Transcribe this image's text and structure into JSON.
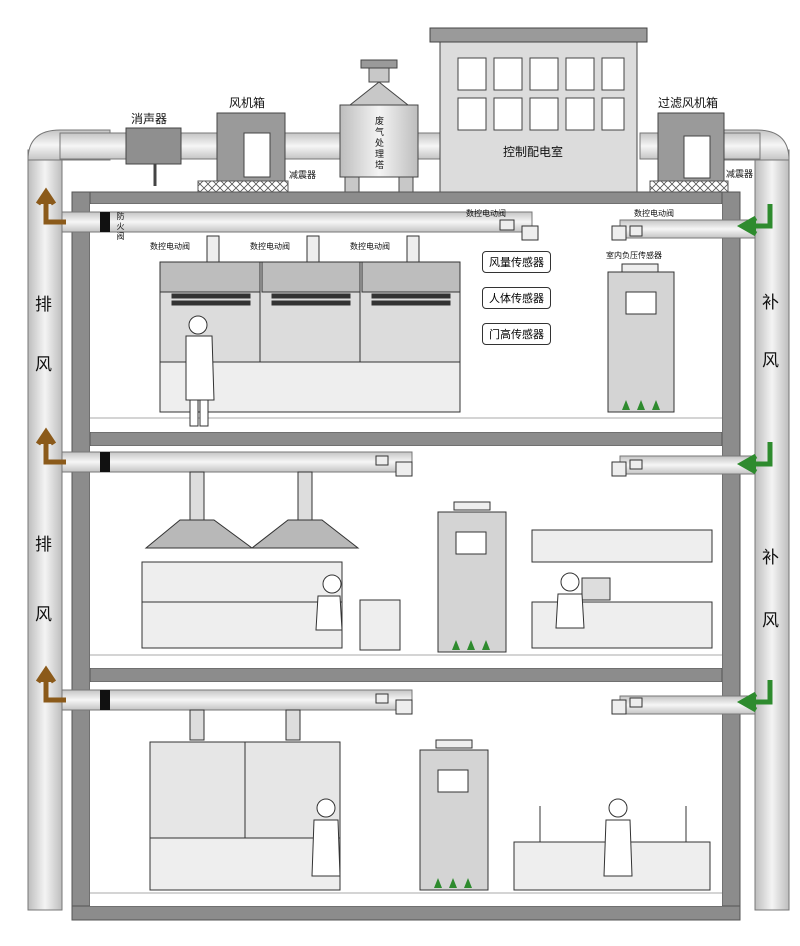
{
  "rooftop": {
    "silencer": "消声器",
    "fan_box": "风机箱",
    "damper_vib_left": "减震器",
    "scrubber": "废气处理塔",
    "control_room": "控制配电室",
    "filter_fan_box": "过滤风机箱",
    "damper_vib_right": "减震器"
  },
  "floor1": {
    "fire_damper": "防火阀",
    "valve_top_left": "数控电动阀",
    "valve_top_right": "数控电动阀",
    "hood_valves": [
      "数控电动阀",
      "数控电动阀",
      "数控电动阀"
    ],
    "sensor_airflow": "风量传感器",
    "sensor_body": "人体传感器",
    "sensor_door": "门高传感器",
    "room_pressure_sensor": "室内负压传感器"
  },
  "sides": {
    "exhaust": [
      "排",
      "风"
    ],
    "supply": [
      "补",
      "风"
    ]
  },
  "colors": {
    "exhaust_arrow": "#8B5A1A",
    "supply_arrow": "#2E8B2E",
    "wall": "#8c8c8c",
    "duct": "#d8d8d8"
  }
}
